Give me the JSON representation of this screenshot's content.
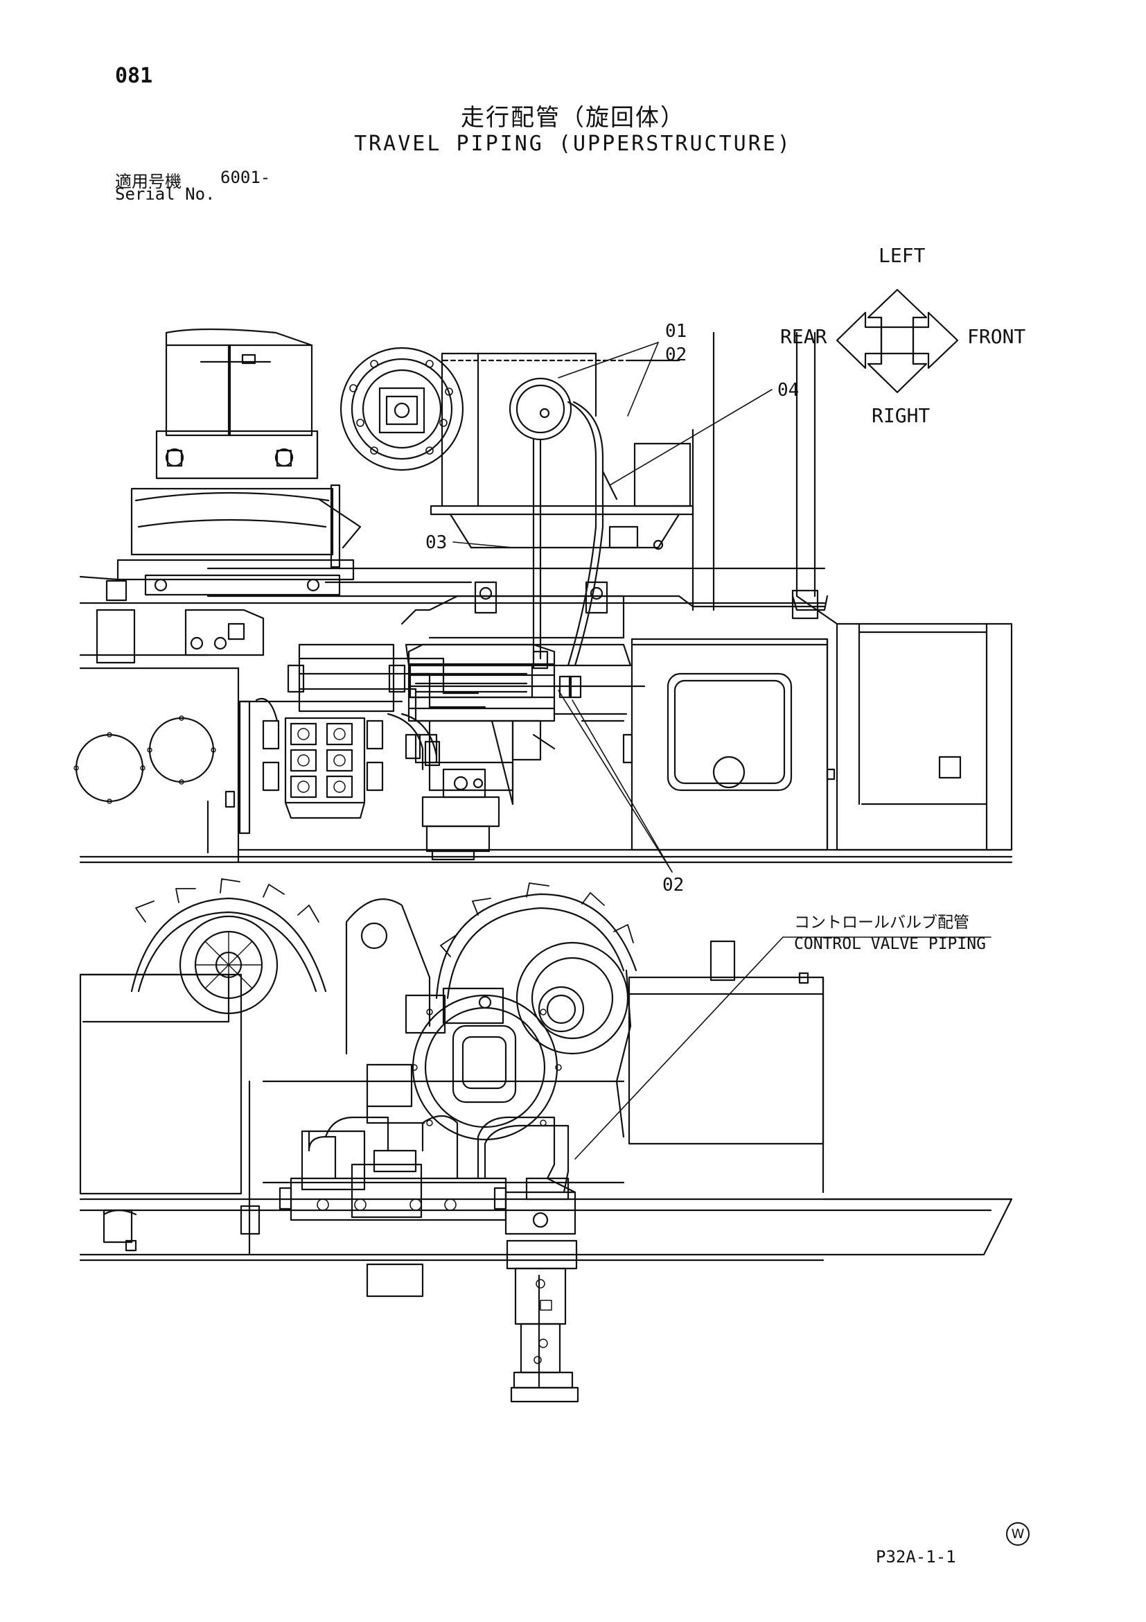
{
  "page_number": "081",
  "title_jp": "走行配管（旋回体）",
  "title_en": "TRAVEL PIPING (UPPERSTRUCTURE)",
  "serial": {
    "label_jp": "適用号機",
    "value": "6001-",
    "label_en": "Serial No."
  },
  "orientation": {
    "left": "LEFT",
    "rear": "REAR",
    "front": "FRONT",
    "right": "RIGHT"
  },
  "callouts": {
    "c01": "01",
    "c02": "02",
    "c03": "03",
    "c04": "04"
  },
  "control_valve_piping": {
    "jp": "コントロールバルブ配管",
    "en": "CONTROL VALVE PIPING"
  },
  "footer": {
    "ref_code": "P32A-1-1",
    "watermark": "W"
  },
  "icons": [
    "direction-arrows-icon",
    "watermark-circle-icon"
  ]
}
